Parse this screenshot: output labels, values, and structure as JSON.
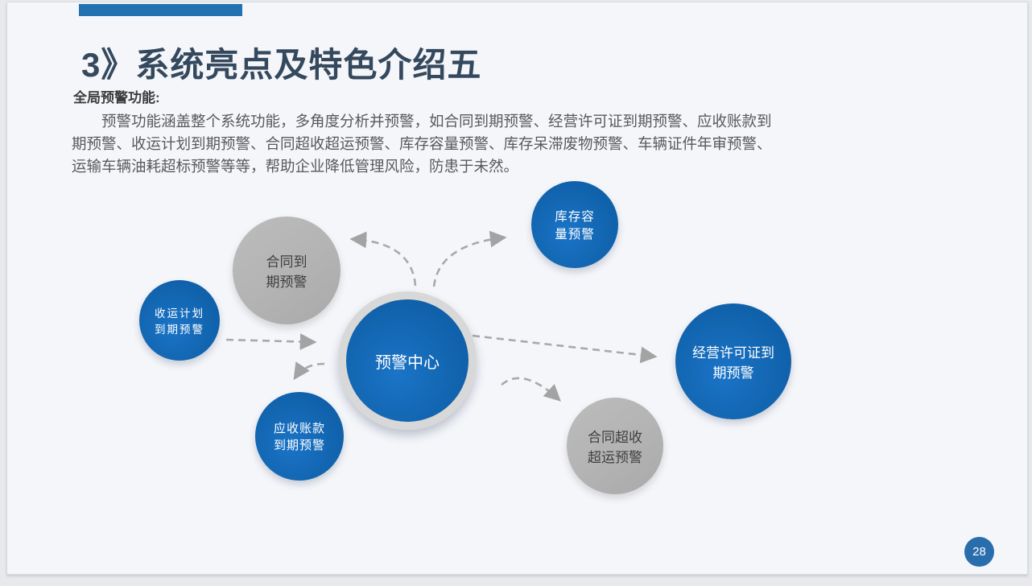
{
  "title": "3》系统亮点及特色介绍五",
  "intro": {
    "heading": "全局预警功能:",
    "lines": [
      "预警功能涵盖整个系统功能，多角度分析并预警，如合同到期预警、经营许可证到期预警、应收账款到",
      "期预警、收运计划到期预警、合同超收超运预警、库存容量预警、库存呆滞废物预警、车辆证件年审预警、",
      "运输车辆油耗超标预警等等，帮助企业降低管理风险，防患于未然。"
    ]
  },
  "diagram": {
    "center": {
      "label": "预警中心"
    },
    "nodes": [
      {
        "id": "contract-expiry",
        "label": "合同到\n期预警",
        "variant": "gray"
      },
      {
        "id": "collection-plan-expiry",
        "label": "收运计划\n到期预警",
        "variant": "blue"
      },
      {
        "id": "inventory-capacity",
        "label": "库存容\n量预警",
        "variant": "blue"
      },
      {
        "id": "license-expiry",
        "label": "经营许可证到\n期预警",
        "variant": "blue"
      },
      {
        "id": "receivables-due",
        "label": "应收账款\n到期预警",
        "variant": "blue"
      },
      {
        "id": "contract-overrun",
        "label": "合同超收\n超运预警",
        "variant": "gray"
      }
    ],
    "colors": {
      "node_blue": "#1268b4",
      "node_gray": "#b3b3b3",
      "arrow": "#a9a9a9",
      "accent": "#2272b2"
    }
  },
  "page": {
    "number": "28"
  }
}
